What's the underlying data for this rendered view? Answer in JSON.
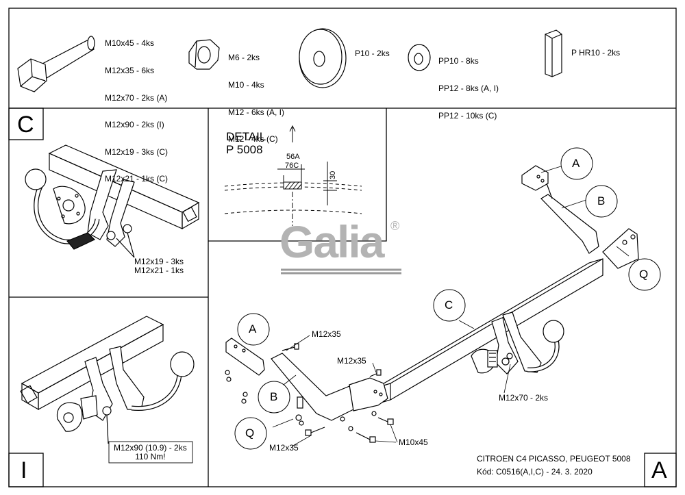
{
  "parts": {
    "bolt": [
      "M10x45 - 4ks",
      "M12x35 - 6ks",
      "M12x70 - 2ks (A)",
      "M12x90 - 2ks (I)",
      "M12x19 - 3ks (C)",
      "M12x21 - 1ks (C)"
    ],
    "nut": [
      "M6 - 2ks",
      "M10 - 4ks",
      "M12 - 6ks (A, I)",
      "M12 - 4ks (C)"
    ],
    "washer_big": "P10 - 2ks",
    "spring_washer": [
      "PP10 - 8ks",
      "PP12 - 8ks (A, I)",
      "PP12 - 10ks (C)"
    ],
    "plate": "P HR10 - 2ks"
  },
  "panels": {
    "c_label": "C",
    "c_bolts": "M12x19 - 3ks\nM12x21 - 1ks",
    "i_label": "I",
    "i_bolts": "M12x90 (10.9) - 2ks\n110 Nm!",
    "a_label": "A"
  },
  "detail": {
    "title": "DETAIL\nP 5008",
    "dim_top": "56A",
    "dim_bottom": "76C",
    "dim_side": "30"
  },
  "logo": {
    "text": "Galia",
    "mark": "®"
  },
  "callouts": {
    "A": "A",
    "B": "B",
    "C": "C",
    "Q": "Q"
  },
  "labels": {
    "m12x35_1": "M12x35",
    "m12x35_2": "M12x35",
    "m12x35_3": "M12x35",
    "m10x45": "M10x45",
    "m12x70": "M12x70 - 2ks"
  },
  "footer": {
    "vehicle": "CITROEN C4 PICASSO, PEUGEOT 5008",
    "code": "Kód: C0516(A,I,C) - 24. 3. 2020"
  }
}
